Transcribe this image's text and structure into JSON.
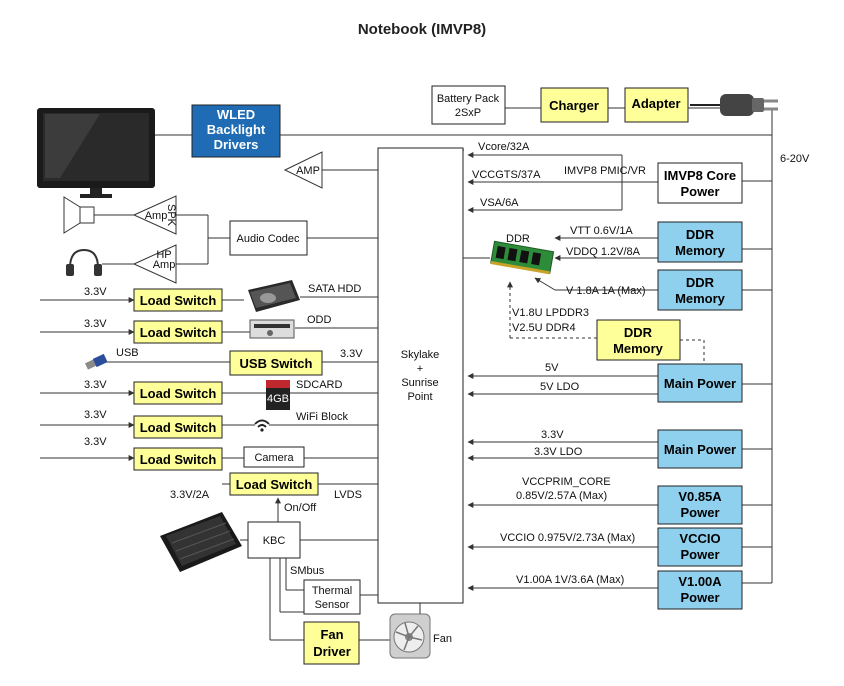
{
  "title": "Notebook (IMVP8)",
  "soc": [
    "Skylake",
    "+",
    "Sunrise",
    "Point"
  ],
  "battery": [
    "Battery Pack",
    "2SxP"
  ],
  "charger": "Charger",
  "adapter": "Adapter",
  "input_voltage": "6-20V",
  "wled": [
    "WLED",
    "Backlight",
    "Drivers"
  ],
  "amp": "AMP",
  "spk_amp": [
    "SPK",
    "Amp"
  ],
  "hp_amp": [
    "HP",
    "Amp"
  ],
  "audio_codec": "Audio Codec",
  "vr_rails": [
    "Vcore/32A",
    "VCCGTS/37A",
    "VSA/6A"
  ],
  "vr_label": "IMVP8  PMIC/VR",
  "imvp8_core": [
    "IMVP8 Core",
    "Power"
  ],
  "ddr_label": "DDR",
  "ddr_rails": [
    "VTT  0.6V/1A",
    "VDDQ  1.2V/8A",
    "V 1.8A  1A (Max)"
  ],
  "ddr_memory": [
    "DDR",
    "Memory"
  ],
  "ddr_types": [
    "V1.8U LPDDR3",
    "V2.5U DDR4"
  ],
  "main_power": "Main Power",
  "main_rails_1": [
    "5V",
    "5V LDO"
  ],
  "main_rails_2": [
    "3.3V",
    "3.3V LDO"
  ],
  "vccprim": [
    "VCCPRIM_CORE",
    "0.85V/2.57A (Max)"
  ],
  "v085": [
    "V0.85A",
    "Power"
  ],
  "vccio_rail": "VCCIO  0.975V/2.73A (Max)",
  "vccio": [
    "VCCIO",
    "Power"
  ],
  "v100_rail": "V1.00A  1V/3.6A (Max)",
  "v100": [
    "V1.00A",
    "Power"
  ],
  "load_switch": "Load Switch",
  "usb_switch": "USB Switch",
  "v33": "3.3V",
  "v33_2a": "3.3V/2A",
  "usb": "USB",
  "sata": "SATA HDD",
  "odd": "ODD",
  "sdcard": "SDCARD",
  "sd_chip": "4GB",
  "wifi": "WiFi Block",
  "camera": "Camera",
  "lvds": "LVDS",
  "onoff": "On/Off",
  "kbc": "KBC",
  "smbus": "SMbus",
  "thermal": [
    "Thermal",
    "Sensor"
  ],
  "fan_driver": [
    "Fan",
    "Driver"
  ],
  "fan": "Fan"
}
